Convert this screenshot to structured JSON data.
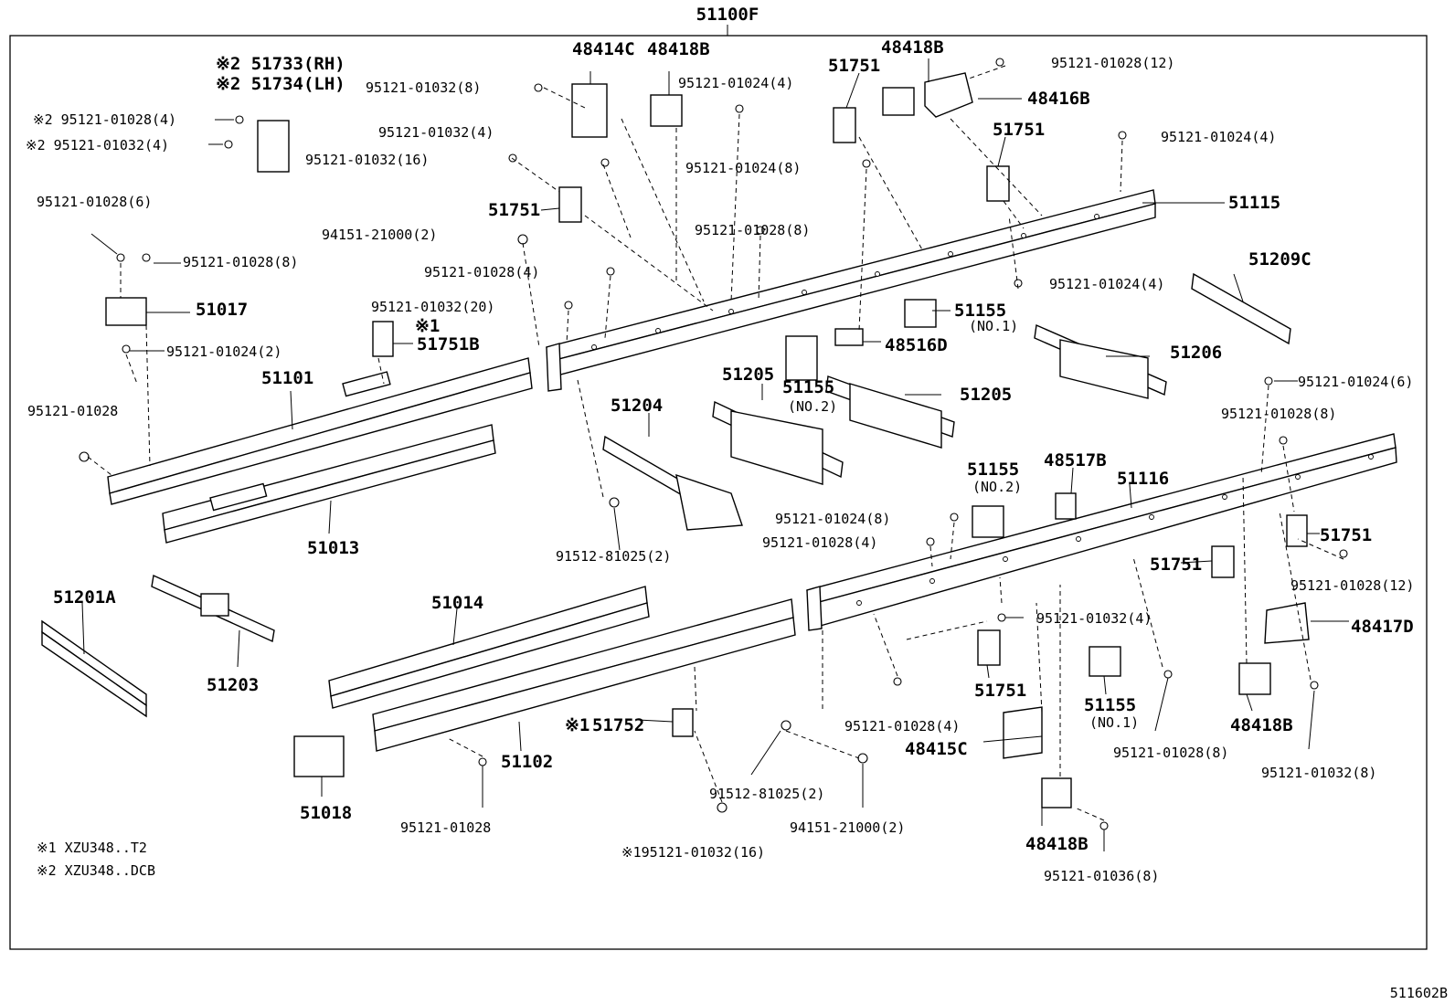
{
  "diagram": {
    "main_part": "51100F",
    "image_code": "511602B",
    "notes": [
      "※1 XZU348..T2",
      "※2 XZU348..DCB"
    ],
    "labels": [
      {
        "id": "l_51733",
        "text": "※2 51733(RH)"
      },
      {
        "id": "l_51734",
        "text": "※2 51734(LH)"
      },
      {
        "id": "l_b1028_4a",
        "text": "※2 95121-01028(4)"
      },
      {
        "id": "l_b1032_4a",
        "text": "※2 95121-01032(4)"
      },
      {
        "id": "l_b1032_8",
        "text": "95121-01032(8)"
      },
      {
        "id": "l_48414C",
        "text": "48414C"
      },
      {
        "id": "l_48418B_a",
        "text": "48418B"
      },
      {
        "id": "l_b1024_4a",
        "text": "95121-01024(4)"
      },
      {
        "id": "l_b1032_4b",
        "text": "95121-01032(4)"
      },
      {
        "id": "l_b1032_16",
        "text": "95121-01032(16)"
      },
      {
        "id": "l_51751_a",
        "text": "51751"
      },
      {
        "id": "l_48418B_b",
        "text": "48418B"
      },
      {
        "id": "l_b1028_12a",
        "text": "95121-01028(12)"
      },
      {
        "id": "l_48416B",
        "text": "48416B"
      },
      {
        "id": "l_51751_b",
        "text": "51751"
      },
      {
        "id": "l_b1024_4b",
        "text": "95121-01024(4)"
      },
      {
        "id": "l_b1024_8a",
        "text": "95121-01024(8)"
      },
      {
        "id": "l_51115",
        "text": "51115"
      },
      {
        "id": "l_51751_c",
        "text": "51751"
      },
      {
        "id": "l_b1028_6",
        "text": "95121-01028(6)"
      },
      {
        "id": "l_n2100_2a",
        "text": "94151-21000(2)"
      },
      {
        "id": "l_b1028_8a",
        "text": "95121-01028(8)"
      },
      {
        "id": "l_b1028_8b",
        "text": "95121-01028(8)"
      },
      {
        "id": "l_b1028_4b",
        "text": "95121-01028(4)"
      },
      {
        "id": "l_51017",
        "text": "51017"
      },
      {
        "id": "l_b1032_20",
        "text": "95121-01032(20)"
      },
      {
        "id": "l_x1a",
        "text": "※1"
      },
      {
        "id": "l_51751B",
        "text": "51751B"
      },
      {
        "id": "l_b1024_2",
        "text": "95121-01024(2)"
      },
      {
        "id": "l_b1024_4c",
        "text": "95121-01024(4)"
      },
      {
        "id": "l_51155_a",
        "text": "51155"
      },
      {
        "id": "l_no1_a",
        "text": "(NO.1)"
      },
      {
        "id": "l_51209C",
        "text": "51209C"
      },
      {
        "id": "l_48516D",
        "text": "48516D"
      },
      {
        "id": "l_51101",
        "text": "51101"
      },
      {
        "id": "l_51206",
        "text": "51206"
      },
      {
        "id": "l_51205_a",
        "text": "51205"
      },
      {
        "id": "l_51155_b",
        "text": "51155"
      },
      {
        "id": "l_no2_a",
        "text": "(NO.2)"
      },
      {
        "id": "l_51205_b",
        "text": "51205"
      },
      {
        "id": "l_b1024_6",
        "text": "95121-01024(6)"
      },
      {
        "id": "l_b1028",
        "text": "95121-01028"
      },
      {
        "id": "l_51204",
        "text": "51204"
      },
      {
        "id": "l_b1028_8c",
        "text": "95121-01028(8)"
      },
      {
        "id": "l_51155_c",
        "text": "51155"
      },
      {
        "id": "l_no2_b",
        "text": "(NO.2)"
      },
      {
        "id": "l_48517B",
        "text": "48517B"
      },
      {
        "id": "l_51116",
        "text": "51116"
      },
      {
        "id": "l_b1024_8b",
        "text": "95121-01024(8)"
      },
      {
        "id": "l_51013",
        "text": "51013"
      },
      {
        "id": "l_b1028_4c",
        "text": "95121-01028(4)"
      },
      {
        "id": "l_51751_d",
        "text": "51751"
      },
      {
        "id": "l_51751_e",
        "text": "51751"
      },
      {
        "id": "l_f81025_2a",
        "text": "91512-81025(2)"
      },
      {
        "id": "l_b1028_12b",
        "text": "95121-01028(12)"
      },
      {
        "id": "l_51201A",
        "text": "51201A"
      },
      {
        "id": "l_51014",
        "text": "51014"
      },
      {
        "id": "l_b1032_4c",
        "text": "95121-01032(4)"
      },
      {
        "id": "l_48417D",
        "text": "48417D"
      },
      {
        "id": "l_51203",
        "text": "51203"
      },
      {
        "id": "l_51751_f",
        "text": "51751"
      },
      {
        "id": "l_51155_d",
        "text": "51155"
      },
      {
        "id": "l_no1_b",
        "text": "(NO.1)"
      },
      {
        "id": "l_x1b",
        "text": "※1"
      },
      {
        "id": "l_51752",
        "text": "51752"
      },
      {
        "id": "l_b1028_4d",
        "text": "95121-01028(4)"
      },
      {
        "id": "l_48418B_c",
        "text": "48418B"
      },
      {
        "id": "l_48415C",
        "text": "48415C"
      },
      {
        "id": "l_51102",
        "text": "51102"
      },
      {
        "id": "l_f81025_2b",
        "text": "91512-81025(2)"
      },
      {
        "id": "l_b1028_8d",
        "text": "95121-01028(8)"
      },
      {
        "id": "l_b1032_8b",
        "text": "95121-01032(8)"
      },
      {
        "id": "l_51018",
        "text": "51018"
      },
      {
        "id": "l_b1028_x",
        "text": "95121-01028"
      },
      {
        "id": "l_n2100_2b",
        "text": "94151-21000(2)"
      },
      {
        "id": "l_48418B_d",
        "text": "48418B"
      },
      {
        "id": "l_b1032_16b",
        "text": "※195121-01032(16)"
      },
      {
        "id": "l_b1036_8",
        "text": "95121-01036(8)"
      }
    ]
  }
}
